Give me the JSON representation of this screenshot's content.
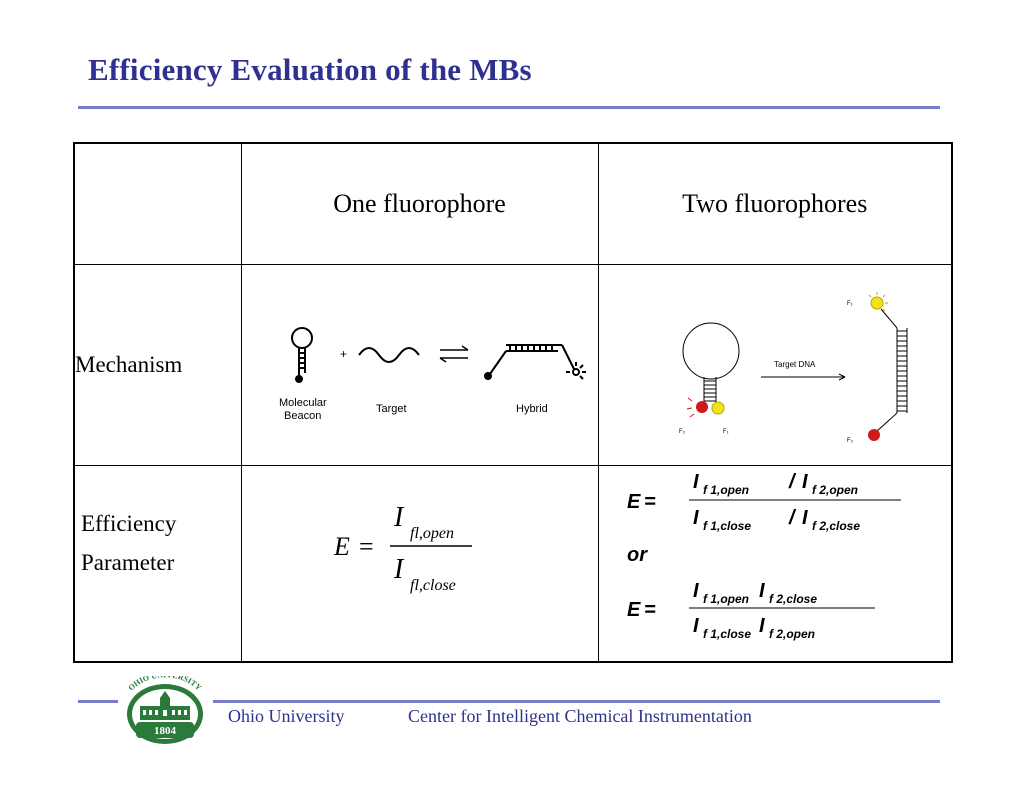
{
  "slide": {
    "title": "Efficiency Evaluation of the MBs"
  },
  "table": {
    "headers": [
      "",
      "One fluorophore",
      "Two fluorophores"
    ],
    "rows": {
      "mechanism": {
        "label": "Mechanism",
        "one_fluorophore_labels": {
          "beacon": [
            "Molecular",
            "Beacon"
          ],
          "target": "Target",
          "hybrid": "Hybrid"
        },
        "two_fluorophores_labels": {
          "arrow": "Target DNA",
          "f1_label": "F₁",
          "f2_label": "F₂"
        }
      },
      "efficiency": {
        "label_line1": "Efficiency",
        "label_line2": "Parameter",
        "one_formula": {
          "lhs": "E =",
          "num_base": "I",
          "num_sub": "fl,open",
          "den_base": "I",
          "den_sub": "fl,close"
        },
        "two_formula": {
          "or_text": "or",
          "f1_lhs": "E =",
          "f2_lhs": "E ="
        }
      }
    }
  },
  "footer": {
    "logo_top": "OHIO UNIVERSITY",
    "logo_year": "1804",
    "left_text": "Ohio University",
    "right_text": "Center for Intelligent Chemical Instrumentation"
  },
  "colors": {
    "title": "#2e3192",
    "rule": "#7a7cc4",
    "logo_green": "#2b7a3b",
    "fluor_red": "#d01a1a",
    "fluor_yellow": "#f2e21a"
  }
}
